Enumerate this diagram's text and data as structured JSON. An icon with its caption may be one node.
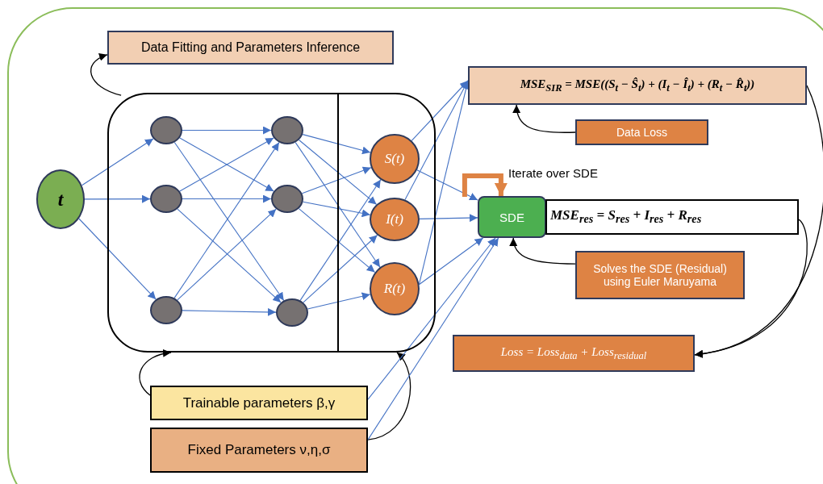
{
  "diagram": {
    "nodes": [
      {
        "text": [
          "Data Fitting and Parameters Inference"
        ]
      },
      {
        "text": [
          "MSE$_{SIR}$ = MSE((S$_{t}$ − Ŝ$_{t}$) + (I$_{t}$ − Î$_{t}$) + (R$_{t}$ − R̂$_{t}$))"
        ]
      },
      {
        "text": [
          "t"
        ]
      },
      {
        "text": [],
        "shape": "box"
      },
      {
        "text": [],
        "shape": "circle",
        "in": 3
      },
      {
        "text": [],
        "shape": "circle",
        "in": 3
      },
      {
        "text": [],
        "shape": "circle",
        "in": 3
      },
      {
        "text": [],
        "shape": "circle",
        "in": 3
      },
      {
        "text": [],
        "shape": "circle",
        "in": 3
      },
      {
        "text": [],
        "shape": "circle",
        "in": 3
      },
      {
        "text": [
          "S(t)"
        ],
        "in": 3
      },
      {
        "text": [
          "I(t)"
        ],
        "in": 3
      },
      {
        "text": [
          "R(t)"
        ],
        "in": 3
      },
      {
        "text": [
          "Data Loss"
        ]
      },
      {
        "text": [
          "SDE"
        ]
      },
      {
        "text": [
          "MSE$_{res}$ = S$_{res}$ + I$_{res}$ + R$_{res}$"
        ]
      },
      {
        "text": [
          "Solves the SDE (Residual) using Euler Maruyama"
        ]
      },
      {
        "text": [
          "Loss = Loss$_{data}$ + Loss$_{residual}$"
        ]
      },
      {
        "text": [
          "Trainable parameters β,γ"
        ]
      },
      {
        "text": [
          "Fixed Parameters ν,η,σ"
        ]
      }
    ],
    "edges": [
      {
        "from": 3,
        "to": 0,
        "arrow": "to",
        "color": "#000000"
      },
      {
        "from": 2,
        "to": 4,
        "arrow": "to"
      },
      {
        "from": 2,
        "to": 5,
        "arrow": "to"
      },
      {
        "from": 2,
        "to": 6,
        "arrow": "to"
      },
      {
        "from": 4,
        "to": 7,
        "arrow": "to"
      },
      {
        "from": 4,
        "to": 8,
        "arrow": "to"
      },
      {
        "from": 4,
        "to": 9,
        "arrow": "to"
      },
      {
        "from": 5,
        "to": 7,
        "arrow": "to"
      },
      {
        "from": 5,
        "to": 8,
        "arrow": "to"
      },
      {
        "from": 5,
        "to": 9,
        "arrow": "to"
      },
      {
        "from": 6,
        "to": 7,
        "arrow": "to"
      },
      {
        "from": 6,
        "to": 8,
        "arrow": "to"
      },
      {
        "from": 6,
        "to": 9,
        "arrow": "to"
      },
      {
        "from": 7,
        "to": 10,
        "arrow": "to"
      },
      {
        "from": 7,
        "to": 11,
        "arrow": "to"
      },
      {
        "from": 7,
        "to": 12,
        "arrow": "to"
      },
      {
        "from": 8,
        "to": 10,
        "arrow": "to"
      },
      {
        "from": 8,
        "to": 11,
        "arrow": "to"
      },
      {
        "from": 8,
        "to": 12,
        "arrow": "to"
      },
      {
        "from": 9,
        "to": 10,
        "arrow": "to"
      },
      {
        "from": 9,
        "to": 11,
        "arrow": "to"
      },
      {
        "from": 9,
        "to": 12,
        "arrow": "to"
      },
      {
        "from": 10,
        "to": 1,
        "arrow": "to"
      },
      {
        "from": 11,
        "to": 1,
        "arrow": "to"
      },
      {
        "from": 12,
        "to": 1,
        "arrow": "to"
      },
      {
        "from": 10,
        "to": 14,
        "arrow": "to"
      },
      {
        "from": 11,
        "to": 14,
        "arrow": "to"
      },
      {
        "from": 12,
        "to": 14,
        "arrow": "to"
      },
      {
        "from": 14,
        "to": 14,
        "arrow": "to",
        "label": "Iterate over SDE",
        "style": "thick",
        "color": "#de8344"
      },
      {
        "from": 13,
        "to": 1,
        "arrow": "to",
        "color": "#000000"
      },
      {
        "from": 16,
        "to": 14,
        "arrow": "to",
        "color": "#000000"
      },
      {
        "from": 1,
        "to": 17,
        "arrow": "to",
        "color": "#000000"
      },
      {
        "from": 15,
        "to": 17,
        "arrow": "to",
        "color": "#000000"
      },
      {
        "from": 18,
        "to": 3,
        "arrow": "to",
        "color": "#000000"
      },
      {
        "from": 19,
        "to": 3,
        "arrow": "to",
        "color": "#000000"
      },
      {
        "from": 18,
        "to": 14,
        "arrow": "to"
      },
      {
        "from": 19,
        "to": 14,
        "arrow": "to"
      }
    ]
  }
}
